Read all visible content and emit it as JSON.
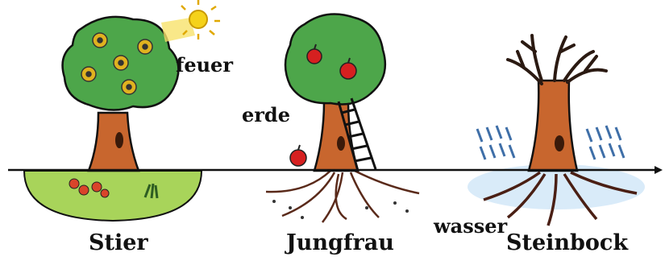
{
  "trees": [
    {
      "caption": "Stier"
    },
    {
      "caption": "Jungfrau"
    },
    {
      "caption": "Steinbock"
    }
  ],
  "elements": {
    "feuer": "feuer",
    "erde": "erde",
    "wasser": "wasser"
  },
  "colors": {
    "trunk": "#c8662e",
    "crown": "#4da64a",
    "crown_dark": "#2e7d32",
    "flower": "#e0b21f",
    "apple": "#d62020",
    "sun": "#f5d21a",
    "grass": "#a8d45a",
    "root": "#5a2a1a",
    "rain": "#3f6fa8",
    "ground_line": "#111111"
  }
}
